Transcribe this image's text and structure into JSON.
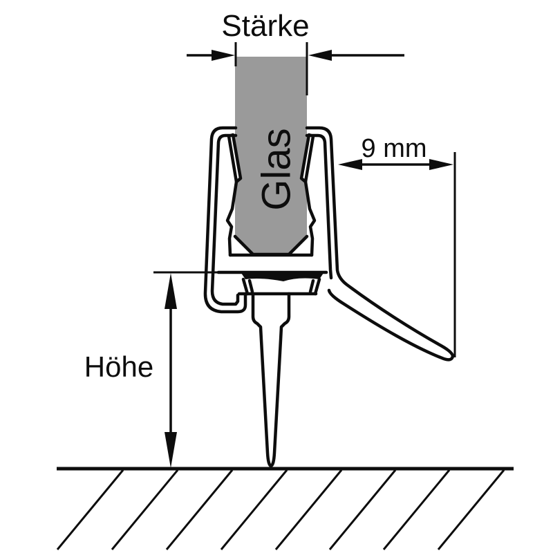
{
  "labels": {
    "thickness": "Stärke",
    "glass": "Glas",
    "offset": "9 mm",
    "height": "Höhe"
  },
  "colors": {
    "line": "#0d0d0d",
    "glass_fill": "#9a9a9a",
    "background": "#ffffff"
  }
}
